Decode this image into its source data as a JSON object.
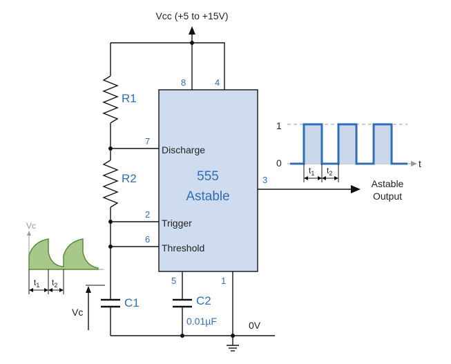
{
  "supply": {
    "label": "Vcc (+5 to +15V)"
  },
  "chip": {
    "line1": "555",
    "line2": "Astable",
    "fill": "#cfdbee"
  },
  "pins": {
    "p8": "8",
    "p4": "4",
    "p7": "7",
    "p2": "2",
    "p6": "6",
    "p5": "5",
    "p1": "1",
    "p3": "3",
    "discharge": "Discharge",
    "trigger": "Trigger",
    "threshold": "Threshold"
  },
  "components": {
    "r1": "R1",
    "r2": "R2",
    "c1": "C1",
    "c2": "C2",
    "c2_value": "0.01µF"
  },
  "ground": {
    "label": "0V"
  },
  "output": {
    "line1": "Astable",
    "line2": "Output"
  },
  "square_wave": {
    "level_high": "1",
    "level_low": "0",
    "axis_t": "t",
    "t1": "t",
    "t1_sub": "1",
    "t2": "t",
    "t2_sub": "2",
    "color": "#2f6fb5",
    "fill": "#cbd8ea"
  },
  "cap_wave": {
    "ylabel": "Vc",
    "t1": "t",
    "t1_sub": "1",
    "t2": "t",
    "t2_sub": "2",
    "vc_arrow_label": "Vc",
    "fill": "#a8c78a",
    "stroke": "#5a8a3a"
  },
  "accent": "#2f6fb5"
}
